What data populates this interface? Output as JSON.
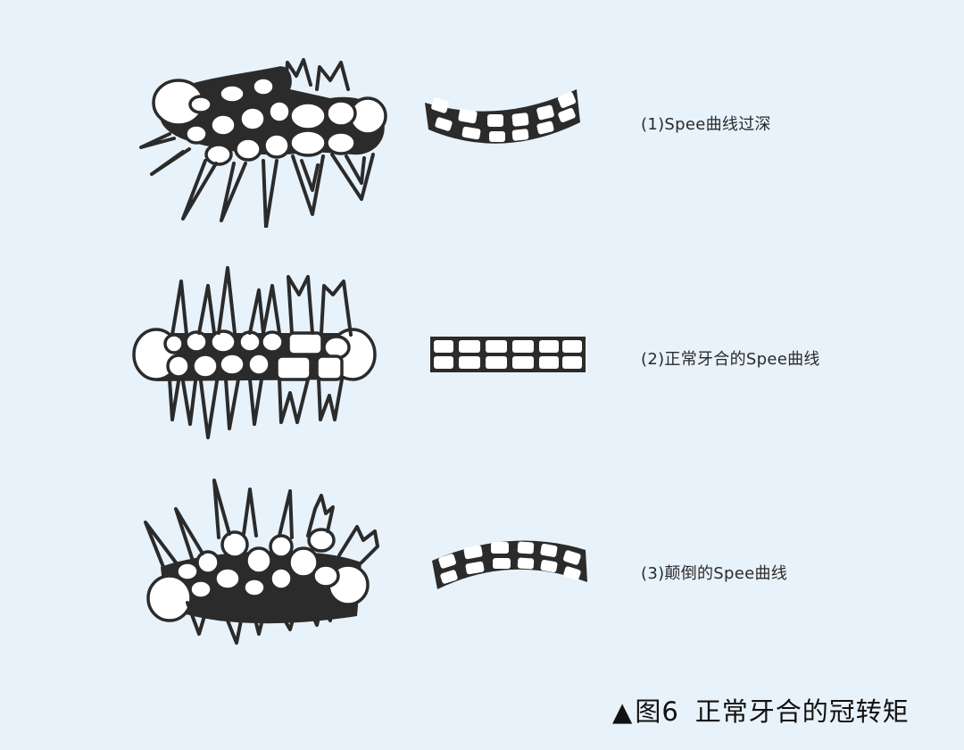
{
  "figure": {
    "caption": {
      "marker": "▲",
      "number": "图6",
      "title": "正常牙合的冠转矩"
    },
    "background_color": "#e8f2fa",
    "panels": [
      {
        "id": 1,
        "label": "(1)Spee曲线过深",
        "arch_shape": "concave-up (smile) curve",
        "teeth_per_row": 6,
        "rows": 2
      },
      {
        "id": 2,
        "label": "(2)正常牙合的Spee曲线",
        "arch_shape": "flat",
        "teeth_per_row": 6,
        "rows": 2
      },
      {
        "id": 3,
        "label": "(3)颠倒的Spee曲线",
        "arch_shape": "convex (reversed) curve",
        "teeth_per_row": 6,
        "rows": 2
      }
    ]
  }
}
